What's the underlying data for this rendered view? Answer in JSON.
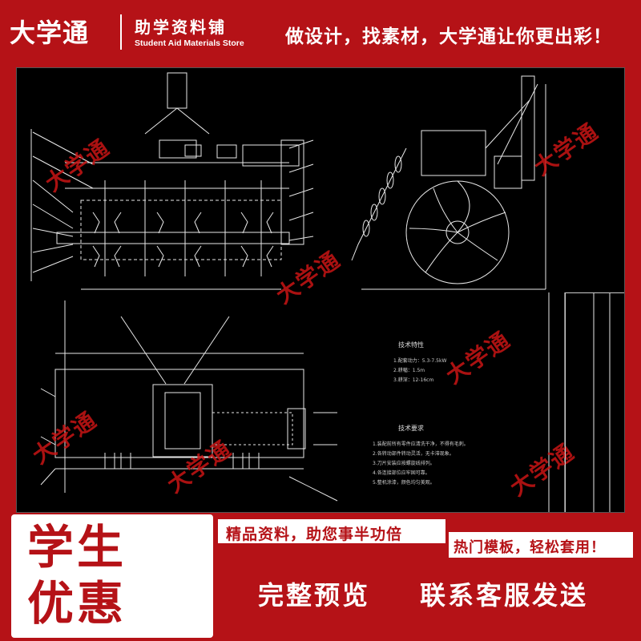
{
  "header": {
    "brand": "大学通",
    "store_name": "助学资料铺",
    "store_name_en": "Student Aid Materials Store",
    "slogan": "做设计，找素材，大学通让你更出彩！"
  },
  "drawing": {
    "watermark": "大学通",
    "spec_title": "技术特性",
    "spec_lines": [
      "1.配套动力：5.3-7.5kW",
      "2.耕幅：1.5m",
      "3.耕深：12-16cm"
    ],
    "req_title": "技术要求",
    "req_lines": [
      "1.装配前所有零件应清洗干净，不得有毛刺。",
      "2.各转动部件转动灵活，无卡滞现象。",
      "3.刀片安装应按螺旋线排列。",
      "4.各连接部位应牢固可靠。",
      "5.整机涂漆，颜色均匀美观。"
    ]
  },
  "promo": {
    "line1": "学生",
    "line2": "优惠",
    "tag1": "精品资料，助您事半功倍",
    "tag2": "热门模板，轻松套用！",
    "cta_preview": "完整预览",
    "cta_contact": "联系客服发送"
  },
  "colors": {
    "brand_red": "#b51217",
    "drawing_bg": "#000000",
    "line": "#e8e8e8"
  }
}
